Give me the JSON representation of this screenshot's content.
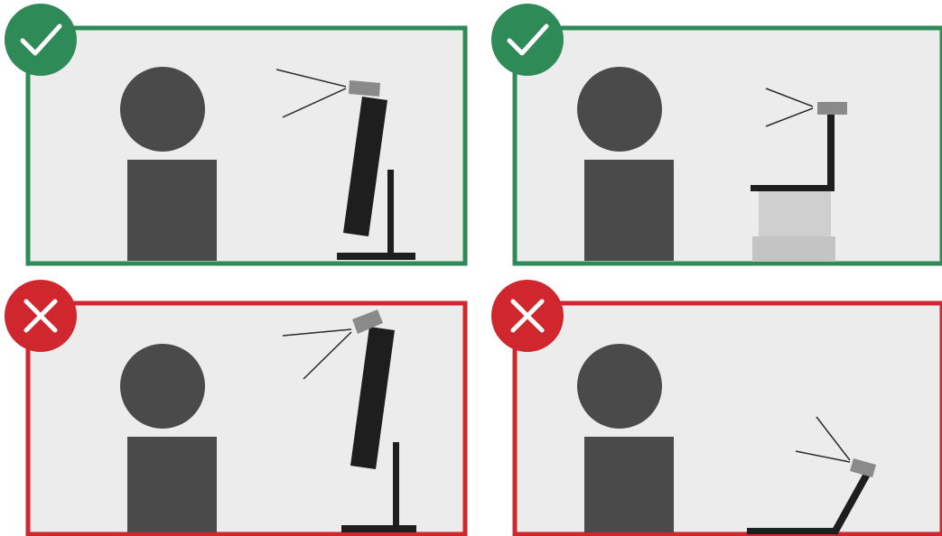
{
  "colors": {
    "good": "#2e8b57",
    "bad": "#d0262d",
    "panel_bg": "#ececec",
    "figure": "#4a4a4a",
    "monitor": "#1e1e1e",
    "camera": "#8a8a8a",
    "stack_books": "#cfcfcf"
  },
  "icons": {
    "good": "check-icon",
    "bad": "cross-icon"
  },
  "panels": [
    {
      "id": "good-monitor",
      "status": "good",
      "setup": "monitor-eye-level"
    },
    {
      "id": "good-laptop-raised",
      "status": "good",
      "setup": "laptop-raised-on-stack"
    },
    {
      "id": "bad-monitor-high",
      "status": "bad",
      "setup": "monitor-too-high"
    },
    {
      "id": "bad-laptop-low",
      "status": "bad",
      "setup": "laptop-too-low"
    }
  ]
}
